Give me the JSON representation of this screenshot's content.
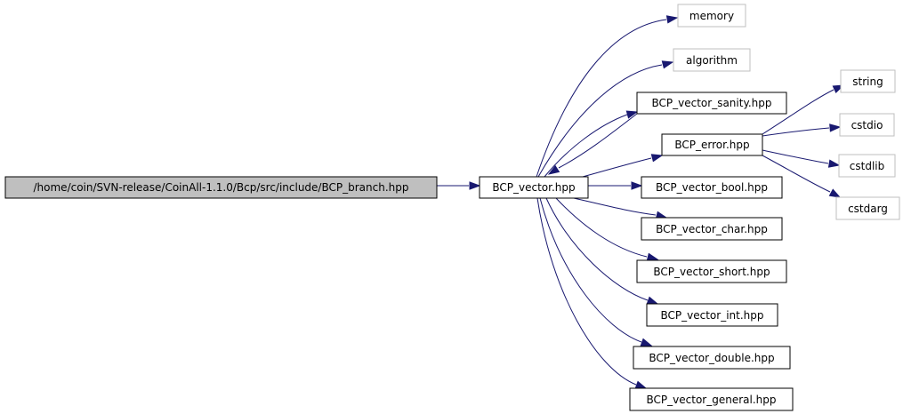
{
  "nodes": {
    "root": {
      "label": "/home/coin/SVN-release/CoinAll-1.1.0/Bcp/src/include/BCP_branch.hpp",
      "kind": "root"
    },
    "vector": {
      "label": "BCP_vector.hpp",
      "kind": "file"
    },
    "memory": {
      "label": "memory",
      "kind": "external"
    },
    "algorithm": {
      "label": "algorithm",
      "kind": "external"
    },
    "sanity": {
      "label": "BCP_vector_sanity.hpp",
      "kind": "file"
    },
    "error": {
      "label": "BCP_error.hpp",
      "kind": "file"
    },
    "string": {
      "label": "string",
      "kind": "external"
    },
    "cstdio": {
      "label": "cstdio",
      "kind": "external"
    },
    "cstdlib": {
      "label": "cstdlib",
      "kind": "external"
    },
    "cstdarg": {
      "label": "cstdarg",
      "kind": "external"
    },
    "bool": {
      "label": "BCP_vector_bool.hpp",
      "kind": "file"
    },
    "char": {
      "label": "BCP_vector_char.hpp",
      "kind": "file"
    },
    "short": {
      "label": "BCP_vector_short.hpp",
      "kind": "file"
    },
    "int": {
      "label": "BCP_vector_int.hpp",
      "kind": "file"
    },
    "double": {
      "label": "BCP_vector_double.hpp",
      "kind": "file"
    },
    "general": {
      "label": "BCP_vector_general.hpp",
      "kind": "file"
    }
  },
  "edges": [
    [
      "root",
      "vector"
    ],
    [
      "vector",
      "memory"
    ],
    [
      "vector",
      "algorithm"
    ],
    [
      "vector",
      "sanity"
    ],
    [
      "vector",
      "error"
    ],
    [
      "vector",
      "bool"
    ],
    [
      "vector",
      "char"
    ],
    [
      "vector",
      "short"
    ],
    [
      "vector",
      "int"
    ],
    [
      "vector",
      "double"
    ],
    [
      "vector",
      "general"
    ],
    [
      "sanity",
      "vector"
    ],
    [
      "error",
      "string"
    ],
    [
      "error",
      "cstdio"
    ],
    [
      "error",
      "cstdlib"
    ],
    [
      "error",
      "cstdarg"
    ]
  ],
  "colors": {
    "edge": "#191970",
    "root_fill": "#bfbfbf",
    "external_border": "#bfbfbf",
    "node_border": "#000000"
  }
}
